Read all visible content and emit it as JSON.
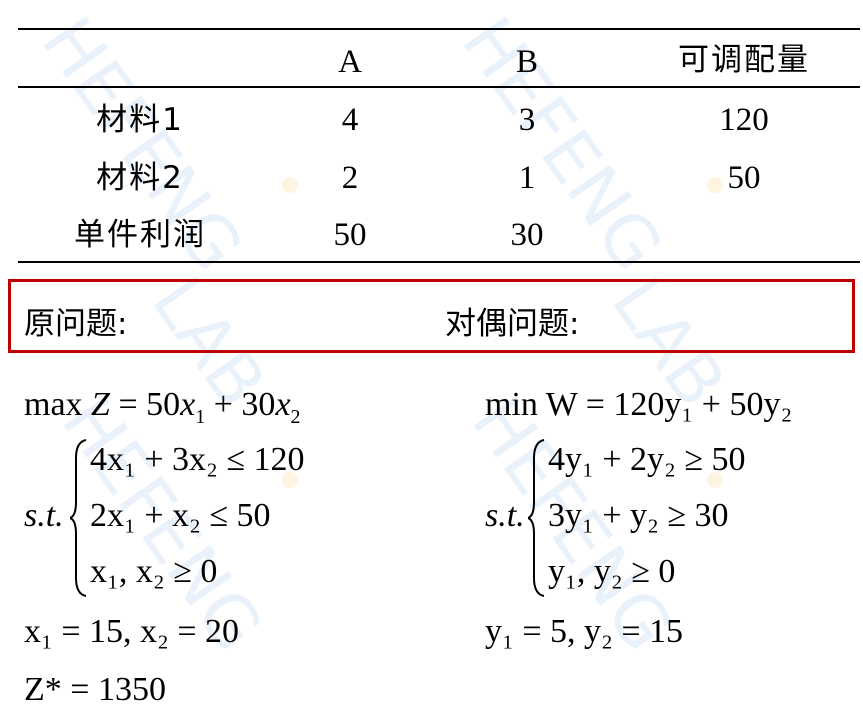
{
  "table": {
    "header": [
      "",
      "A",
      "B",
      "可调配量"
    ],
    "rows": [
      [
        "材料1",
        "4",
        "3",
        "120"
      ],
      [
        "材料2",
        "2",
        "1",
        "50"
      ],
      [
        "单件利润",
        "50",
        "30",
        ""
      ]
    ]
  },
  "headers": {
    "primal": "原问题:",
    "dual": "对偶问题:"
  },
  "primal": {
    "objective": {
      "pre": "max",
      "var": "Z",
      "rest": " = 50",
      "x1": "x",
      "s1": "1",
      "plus": " + 30",
      "x2": "x",
      "s2": "2"
    },
    "st": "s.t.",
    "c1": "4x₁ + 3x₂ ≤ 120",
    "c2": "2x₁ + x₂ ≤ 50",
    "c3": "x₁,   x₂ ≥ 0",
    "solution": "x₁ = 15, x₂ = 20",
    "optimum": "Z* = 1350"
  },
  "dual": {
    "objective": "min W = 120y₁ + 50y₂",
    "st": "s.t.",
    "c1": "4y₁ + 2y₂ ≥ 50",
    "c2": "3y₁ + y₂ ≥ 30",
    "c3": "y₁,   y₂ ≥ 0",
    "solution": "y₁ = 5, y₂ = 15"
  },
  "watermark": {
    "text": "HEFENG LAB",
    "color": "#4a90d9"
  }
}
